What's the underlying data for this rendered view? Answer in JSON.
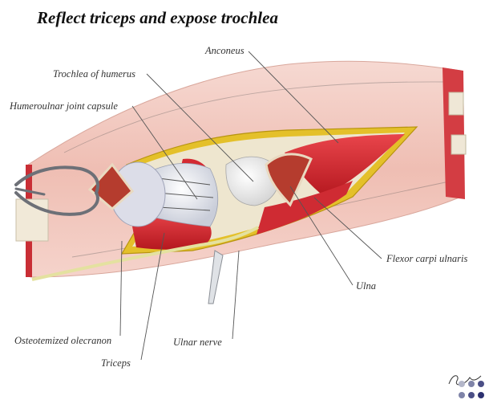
{
  "title": "Reflect triceps and expose trochlea",
  "labels": {
    "anconeus": "Anconeus",
    "trochlea": "Trochlea of humerus",
    "capsule": "Humeroulnar joint capsule",
    "fcu": "Flexor carpi ulnaris",
    "ulna": "Ulna",
    "olecranon": "Osteotemized olecranon",
    "nerve": "Ulnar nerve",
    "triceps": "Triceps"
  },
  "colors": {
    "skin": "#f3c8bf",
    "muscle": "#d42a32",
    "fat": "#e4c02a",
    "bone": "#f2efe4",
    "joint": "#dcdfe8"
  },
  "icons": [
    "retractor-icon",
    "signature-mark",
    "dot-grid-logo"
  ]
}
